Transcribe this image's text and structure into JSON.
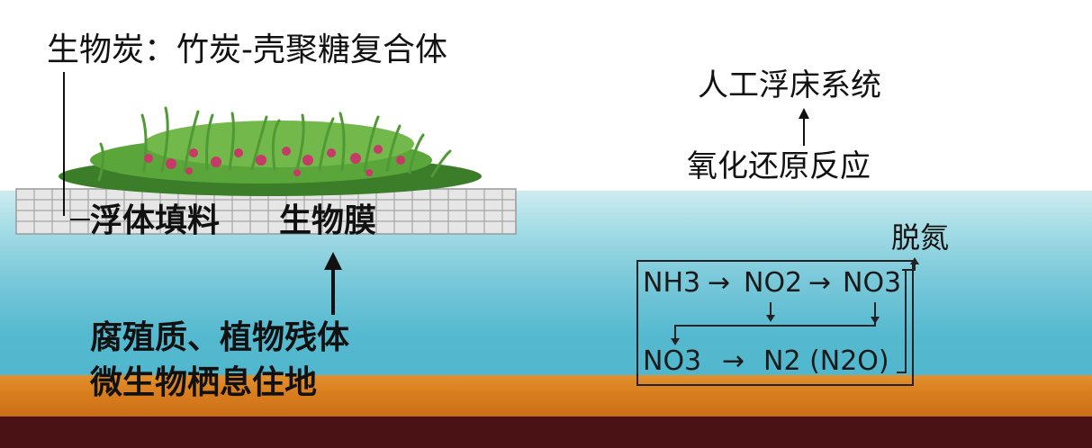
{
  "top_label": "生物炭：竹炭-壳聚糖复合体",
  "right_title": "人工浮床系统",
  "right_subtitle": "氧化还原反应",
  "float_fill": "浮体填料",
  "biofilm": "生物膜",
  "habitat_line1": "腐殖质、植物残体",
  "habitat_line2": "微生物栖息住地",
  "denitrification": "脱氮",
  "chem": {
    "nh3": "NH3",
    "no2": "NO2",
    "no3_top": "NO3",
    "no3_bottom": "NO3",
    "n2": "N2 (N2O)",
    "arrow": "→"
  },
  "colors": {
    "water": "#7fcbdb",
    "sediment": "#d97e1f",
    "bottom": "#4a1214",
    "plant_green": "#4f9a34",
    "flower": "#c53a67"
  }
}
